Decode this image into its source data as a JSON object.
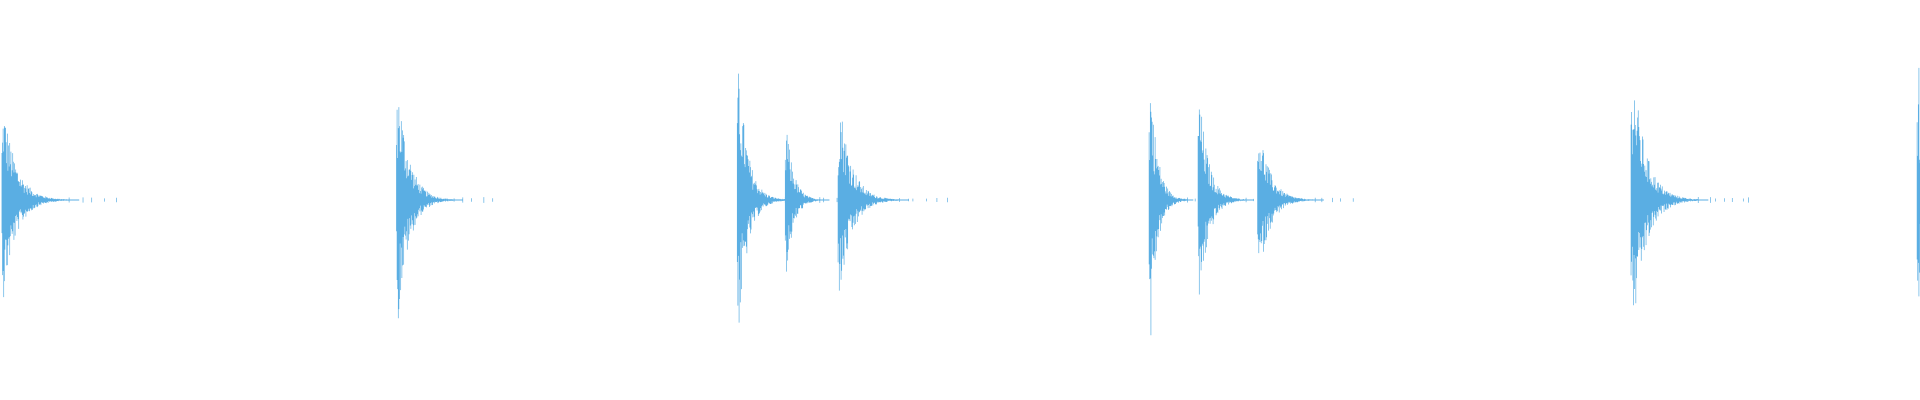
{
  "waveform": {
    "color": "#5aaee3",
    "background": "#ffffff",
    "duration_fraction_shown": 1.0,
    "onsets": [
      {
        "t": 0.001,
        "peak": 0.55,
        "trough": 0.55,
        "decay": 0.035
      },
      {
        "t": 0.2065,
        "peak": 0.7,
        "trough": 0.7,
        "decay": 0.03
      },
      {
        "t": 0.384,
        "peak": 0.79,
        "trough": 0.79,
        "decay": 0.025
      },
      {
        "t": 0.409,
        "peak": 0.45,
        "trough": 0.45,
        "decay": 0.02
      },
      {
        "t": 0.4365,
        "peak": 0.6,
        "trough": 0.6,
        "decay": 0.032
      },
      {
        "t": 0.5985,
        "peak": 0.75,
        "trough": 0.75,
        "decay": 0.02
      },
      {
        "t": 0.624,
        "peak": 0.63,
        "trough": 0.63,
        "decay": 0.025
      },
      {
        "t": 0.655,
        "peak": 0.45,
        "trough": 0.45,
        "decay": 0.03
      },
      {
        "t": 0.8495,
        "peak": 0.79,
        "trough": 0.79,
        "decay": 0.035
      },
      {
        "t": 0.9985,
        "peak": 0.72,
        "trough": 0.72,
        "decay": 0.01
      }
    ]
  }
}
